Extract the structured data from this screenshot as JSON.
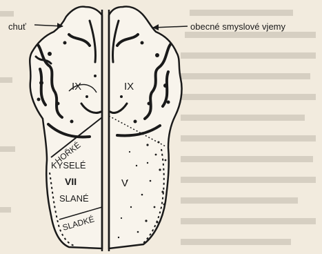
{
  "colors": {
    "background": "#f2ebde",
    "ink": "#1a1a1a",
    "paper_fill": "#f8f4ec",
    "bleed_through": "#d6cfc2"
  },
  "labels": {
    "taste": "chuť",
    "general": "obecné smyslové vjemy"
  },
  "regions": {
    "left_back": "IX",
    "right_back": "IX",
    "bitter": "HOŘKÉ",
    "sour": "KYSELÉ",
    "left_front": "VII",
    "salty": "SLANÉ",
    "sweet": "SLADKÉ",
    "right_front": "V"
  }
}
